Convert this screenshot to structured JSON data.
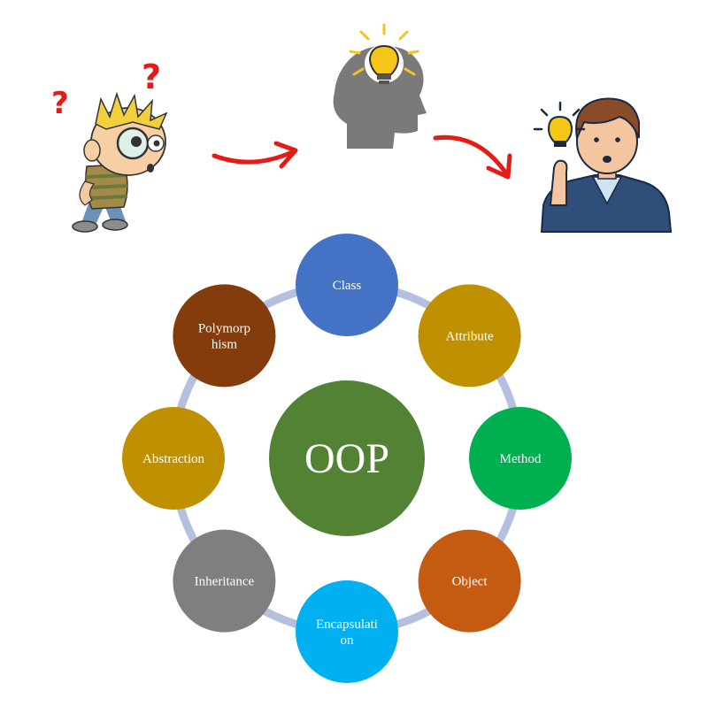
{
  "center": {
    "label": "OOP",
    "color": "#548235"
  },
  "ring_color": "#b4c0de",
  "nodes": [
    {
      "id": "class",
      "lines": [
        "Class"
      ],
      "color": "#4472c4"
    },
    {
      "id": "attribute",
      "lines": [
        "Attribute"
      ],
      "color": "#bf9000"
    },
    {
      "id": "method",
      "lines": [
        "Method"
      ],
      "color": "#00b050"
    },
    {
      "id": "object",
      "lines": [
        "Object"
      ],
      "color": "#c55a11"
    },
    {
      "id": "encapsulation",
      "lines": [
        "Encapsulati",
        "on"
      ],
      "color": "#00b0f0"
    },
    {
      "id": "inheritance",
      "lines": [
        "Inheritance"
      ],
      "color": "#7f7f7f"
    },
    {
      "id": "abstraction",
      "lines": [
        "Abstraction"
      ],
      "color": "#bf9000"
    },
    {
      "id": "polymorphism",
      "lines": [
        "Polymorp",
        "hism"
      ],
      "color": "#843c0c"
    }
  ],
  "illustrations": {
    "confused_kid": "confused-kid-icon",
    "thinking_head": "lightbulb-head-icon",
    "idea_person": "idea-person-icon",
    "arrow": "red-arrow-icon"
  },
  "accent": {
    "arrow": "#e41b17",
    "question": "#e41b17",
    "bulb": "#f5c518"
  }
}
